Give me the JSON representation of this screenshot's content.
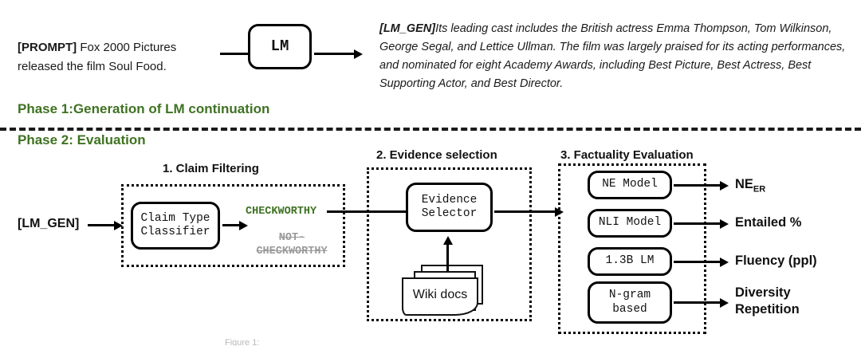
{
  "phase1": {
    "prompt_tag": "[PROMPT]",
    "prompt_text": " Fox 2000 Pictures released the film Soul Food.",
    "lm_box_label": "LM",
    "gen_tag": "[LM_GEN]",
    "gen_text": "Its leading cast includes the British actress Emma Thompson, Tom Wilkinson, George Segal, and Lettice Ullman. The film was largely praised for its acting performances, and nominated for eight Academy Awards, including Best Picture, Best Actress, Best Supporting Actor, and Best Director.",
    "label": "Phase 1:Generation of LM continuation"
  },
  "phase2": {
    "label": "Phase 2: Evaluation",
    "input_tag": "[LM_GEN]",
    "sections": [
      {
        "title": "1. Claim Filtering"
      },
      {
        "title": "2. Evidence selection"
      },
      {
        "title": "3. Factuality Evaluation"
      }
    ],
    "claim_filtering": {
      "classifier_box": "Claim Type\nClassifier",
      "checkworthy_label": "CHECKWORTHY",
      "not_checkworthy_label": "NOT-\nCHECKWORTHY"
    },
    "evidence_selection": {
      "selector_box": "Evidence\nSelector",
      "docs_label": "Wiki docs"
    },
    "factuality": {
      "rows": [
        {
          "model": "NE Model",
          "metric": "NE",
          "metric_sub": "ER"
        },
        {
          "model": "NLI Model",
          "metric": "Entailed %",
          "metric_sub": ""
        },
        {
          "model": "1.3B LM",
          "metric": "Fluency (ppl)",
          "metric_sub": ""
        },
        {
          "model": "N-gram\nbased",
          "metric": "Diversity\nRepetition",
          "metric_sub": ""
        }
      ]
    }
  },
  "colors": {
    "green": "#3f7222",
    "black": "#111111",
    "gray": "#9a9a9a"
  },
  "caption": "Figure 1:"
}
